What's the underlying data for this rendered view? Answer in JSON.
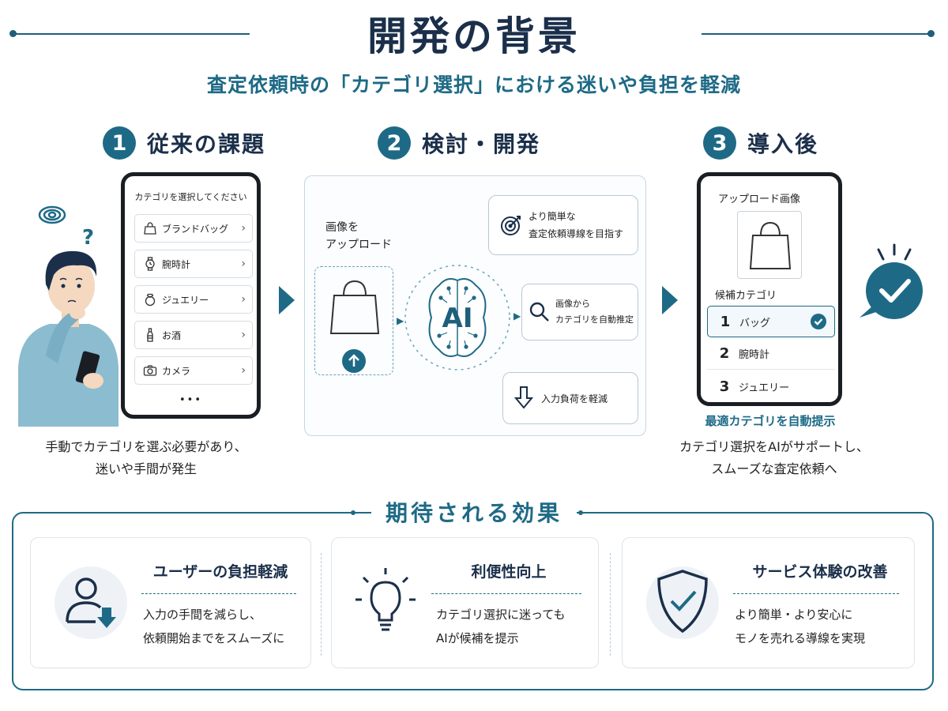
{
  "header": {
    "title": "開発の背景",
    "subtitle": "査定依頼時の「カテゴリ選択」における迷いや負担を軽減"
  },
  "steps": [
    {
      "num": "1",
      "label": "従来の課題"
    },
    {
      "num": "2",
      "label": "検討・開発"
    },
    {
      "num": "3",
      "label": "導入後"
    }
  ],
  "step1": {
    "phone_title": "カテゴリを選択してください",
    "items": [
      {
        "label": "ブランドバッグ",
        "icon": "bag-icon"
      },
      {
        "label": "腕時計",
        "icon": "watch-icon"
      },
      {
        "label": "ジュエリー",
        "icon": "ring-icon"
      },
      {
        "label": "お酒",
        "icon": "bottle-icon"
      },
      {
        "label": "カメラ",
        "icon": "camera-icon"
      }
    ],
    "more": "•••",
    "question_mark": "?",
    "caption_line1": "手動でカテゴリを選ぶ必要があり、",
    "caption_line2": "迷いや手間が発生"
  },
  "step2": {
    "upload_line1": "画像を",
    "upload_line2": "アップロード",
    "ai_label": "AI",
    "bubble1_line1": "より簡単な",
    "bubble1_line2": "査定依頼導線を目指す",
    "bubble2_line1": "画像から",
    "bubble2_line2": "カテゴリを自動推定",
    "bubble3": "入力負荷を軽減"
  },
  "step3": {
    "upload_label": "アップロード画像",
    "candidates_label": "候補カテゴリ",
    "candidates": [
      {
        "num": "1",
        "label": "バッグ",
        "selected": true
      },
      {
        "num": "2",
        "label": "腕時計",
        "selected": false
      },
      {
        "num": "3",
        "label": "ジュエリー",
        "selected": false
      }
    ],
    "auto_label": "最適カテゴリを自動提示",
    "caption_line1": "カテゴリ選択をAIがサポートし、",
    "caption_line2": "スムーズな査定依頼へ"
  },
  "effects": {
    "title": "期待される効果",
    "cards": [
      {
        "title": "ユーザーの負担軽減",
        "line1": "入力の手間を減らし、",
        "line2": "依頼開始までをスムーズに",
        "icon": "user-download-icon"
      },
      {
        "title": "利便性向上",
        "line1": "カテゴリ選択に迷っても",
        "line2": "AIが候補を提示",
        "icon": "lightbulb-icon"
      },
      {
        "title": "サービス体験の改善",
        "line1": "より簡単・より安心に",
        "line2": "モノを売れる導線を実現",
        "icon": "shield-check-icon"
      }
    ]
  },
  "colors": {
    "accent": "#1e6a86",
    "title": "#1b2f4a",
    "sweater": "#7fb3c9"
  }
}
